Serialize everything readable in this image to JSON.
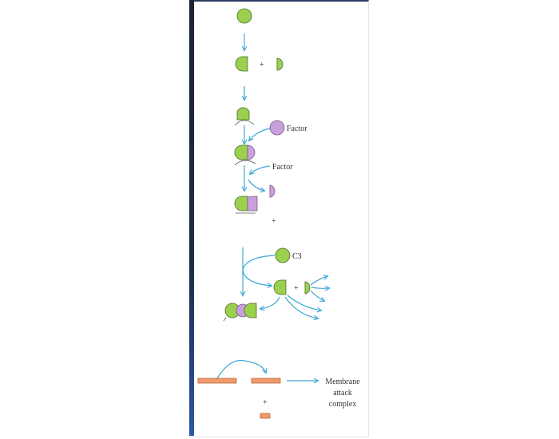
{
  "labels": {
    "factor_1": "Factor",
    "factor_2": "Factor",
    "c3": "C3",
    "plus": "+",
    "mac_line1": "Membrane",
    "mac_line2": "attack",
    "mac_line3": "complex"
  },
  "colors": {
    "green": "#9bd04f",
    "purple": "#c9a0dc",
    "orange": "#ef9a6a",
    "arrow": "#3fa7d6"
  }
}
